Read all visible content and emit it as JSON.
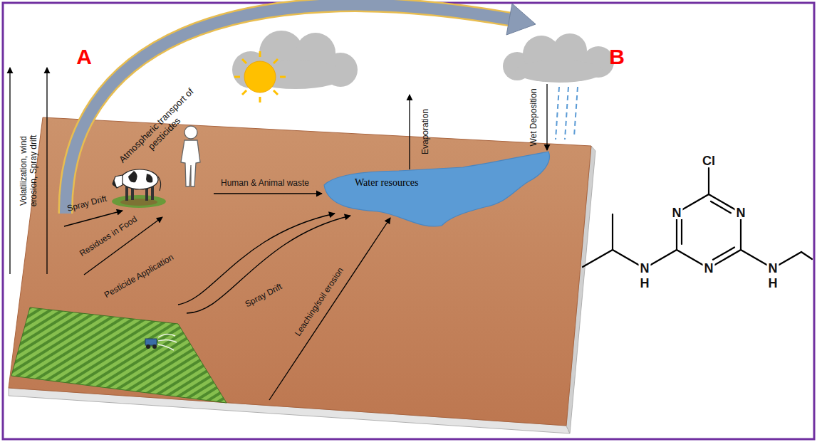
{
  "diagram": {
    "nodes": [
      {
        "text": [
          "Water resources"
        ]
      }
    ],
    "labels": [
      "A",
      "B",
      "Atmospheric transport of pesticides",
      "Volatilization, wind erosion, Spray drift",
      "Evaporation",
      "Wet Deposition",
      "Human & Animal waste",
      "Spray Drift",
      "Residues in Food",
      "Pesticide Application",
      "Spray Drift",
      "Leaching/soil erosion",
      "Cl",
      "N",
      "N",
      "N",
      "N",
      "H",
      "N",
      "H"
    ]
  }
}
